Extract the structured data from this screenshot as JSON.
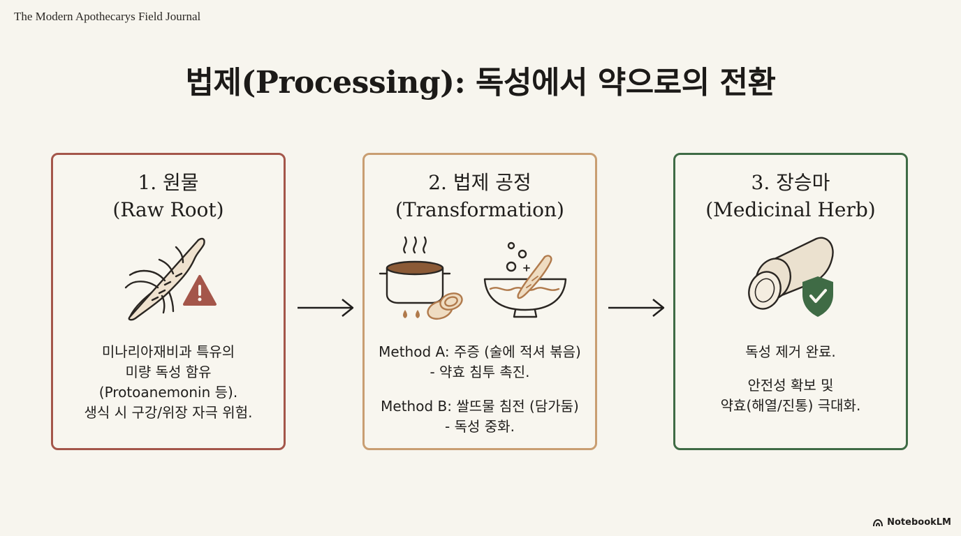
{
  "header": {
    "journal": "The Modern Apothecarys Field Journal",
    "title": "법제(Processing): 독성에서 약으로의 전환"
  },
  "steps": [
    {
      "title_line1": "1. 원물",
      "title_line2": "(Raw Root)",
      "lines": [
        "미나리아재비과 특유의",
        "미량 독성 함유",
        "(Protoanemonin 등).",
        "생식 시 구강/위장 자극 위험."
      ],
      "icons": [
        "raw-root-icon",
        "warning-icon"
      ],
      "accent": "#a4564a"
    },
    {
      "title_line1": "2. 법제 공정",
      "title_line2": "(Transformation)",
      "method_a": [
        "Method A: 주증 (술에 적셔 볶음)",
        "- 약효 침투 촉진."
      ],
      "method_b": [
        "Method B: 쌀뜨물 침전 (담가둠)",
        "- 독성 중화."
      ],
      "icons": [
        "steaming-pot-icon",
        "root-slices-icon",
        "soaking-bowl-icon"
      ],
      "accent": "#c99e72"
    },
    {
      "title_line1": "3. 장승마",
      "title_line2": "(Medicinal Herb)",
      "line1": "독성 제거 완료.",
      "lines2": [
        "안전성 확보 및",
        "약효(해열/진통) 극대화."
      ],
      "icons": [
        "herb-slice-icon",
        "shield-check-icon"
      ],
      "accent": "#3f6b45"
    }
  ],
  "footer": {
    "brand": "NotebookLM"
  }
}
